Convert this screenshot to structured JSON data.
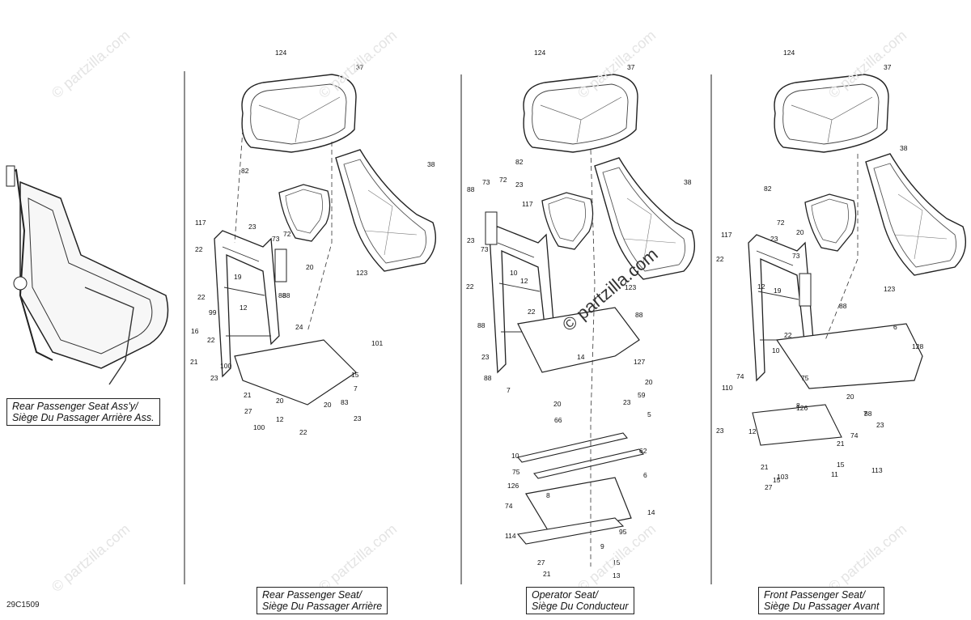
{
  "diagram_code": "29C1509",
  "watermark": "© partzilla.com",
  "captions": {
    "assembly": {
      "line1": "Rear Passenger Seat Ass'y/",
      "line2": "Siège Du Passager Arrière Ass."
    },
    "rear": {
      "line1": "Rear Passenger Seat/",
      "line2": "Siège Du Passager Arrière"
    },
    "operator": {
      "line1": "Operator Seat/",
      "line2": "Siège Du Conducteur"
    },
    "front": {
      "line1": "Front Passenger Seat/",
      "line2": "Siège Du Passager Avant"
    }
  },
  "callouts": {
    "rear": [
      "124",
      "37",
      "82",
      "38",
      "117",
      "23",
      "73",
      "72",
      "22",
      "20",
      "19",
      "88",
      "123",
      "12",
      "99",
      "16",
      "88",
      "24",
      "22",
      "21",
      "100",
      "101",
      "23",
      "15",
      "20",
      "21",
      "7",
      "27",
      "12",
      "20",
      "83",
      "100",
      "22",
      "23",
      "22"
    ],
    "operator": [
      "124",
      "37",
      "82",
      "38",
      "88",
      "73",
      "72",
      "23",
      "117",
      "23",
      "73",
      "22",
      "10",
      "12",
      "88",
      "22",
      "123",
      "88",
      "23",
      "14",
      "127",
      "88",
      "20",
      "7",
      "59",
      "20",
      "23",
      "5",
      "66",
      "62",
      "10",
      "75",
      "6",
      "126",
      "8",
      "74",
      "14",
      "114",
      "95",
      "9",
      "27",
      "15",
      "21",
      "13"
    ],
    "front": [
      "124",
      "37",
      "82",
      "38",
      "117",
      "72",
      "20",
      "23",
      "22",
      "73",
      "12",
      "19",
      "123",
      "22",
      "88",
      "6",
      "10",
      "128",
      "74",
      "110",
      "75",
      "8",
      "20",
      "7",
      "126",
      "88",
      "23",
      "21",
      "74",
      "23",
      "12",
      "15",
      "103",
      "21",
      "15",
      "27",
      "11",
      "113"
    ]
  }
}
